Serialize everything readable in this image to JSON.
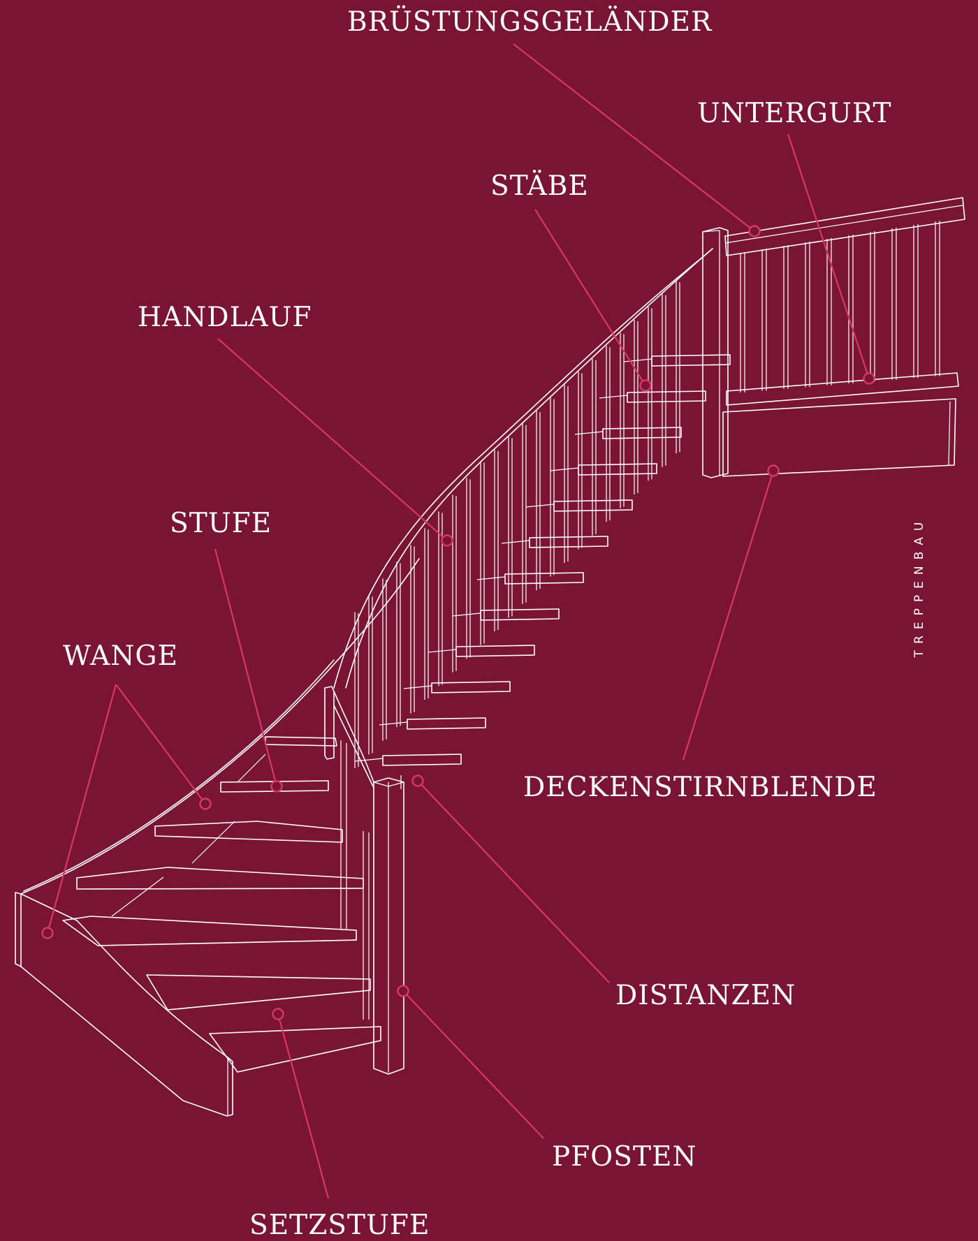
{
  "side_title": "TREPPENBAU",
  "labels": {
    "bruestungsgelaender": "BRÜSTUNGSGELÄNDER",
    "untergurt": "UNTERGURT",
    "staebe": "STÄBE",
    "handlauf": "HANDLAUF",
    "stufe": "STUFE",
    "wange": "WANGE",
    "deckenstirnblende": "DECKENSTIRNBLENDE",
    "distanzen": "DISTANZEN",
    "pfosten": "PFOSTEN",
    "setzstufe": "SETZSTUFE"
  },
  "colors": {
    "background": "#7a1434",
    "line_art": "#ffffff",
    "leader": "#d6376a"
  }
}
